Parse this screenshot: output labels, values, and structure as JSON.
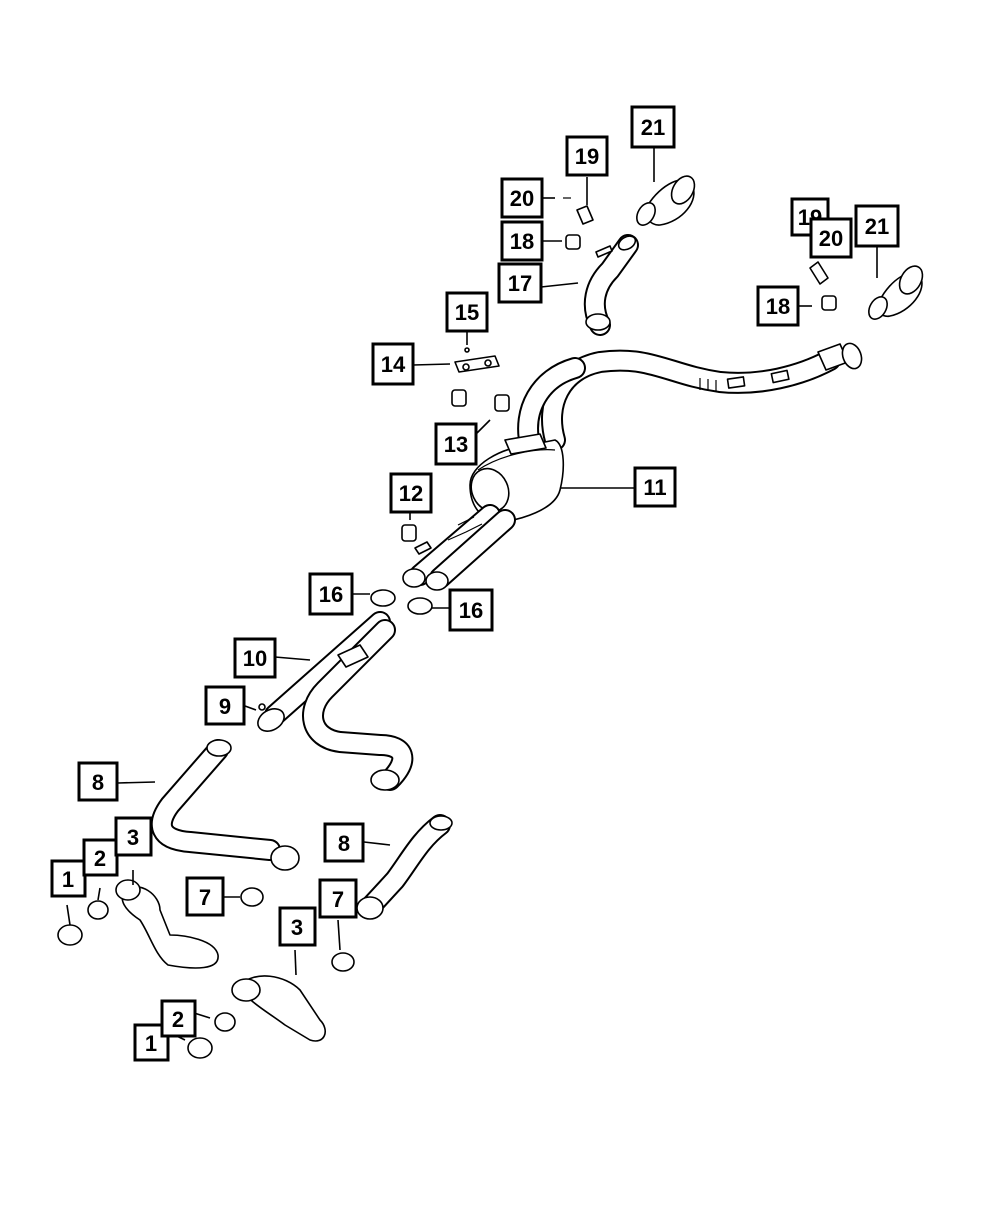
{
  "diagram": {
    "callouts": [
      {
        "id": "c1a",
        "label": "1"
      },
      {
        "id": "c1b",
        "label": "1"
      },
      {
        "id": "c2a",
        "label": "2"
      },
      {
        "id": "c2b",
        "label": "2"
      },
      {
        "id": "c3a",
        "label": "3"
      },
      {
        "id": "c3b",
        "label": "3"
      },
      {
        "id": "c7a",
        "label": "7"
      },
      {
        "id": "c7b",
        "label": "7"
      },
      {
        "id": "c8a",
        "label": "8"
      },
      {
        "id": "c8b",
        "label": "8"
      },
      {
        "id": "c9",
        "label": "9"
      },
      {
        "id": "c10",
        "label": "10"
      },
      {
        "id": "c11",
        "label": "11"
      },
      {
        "id": "c12",
        "label": "12"
      },
      {
        "id": "c13",
        "label": "13"
      },
      {
        "id": "c14",
        "label": "14"
      },
      {
        "id": "c15",
        "label": "15"
      },
      {
        "id": "c16a",
        "label": "16"
      },
      {
        "id": "c16b",
        "label": "16"
      },
      {
        "id": "c17",
        "label": "17"
      },
      {
        "id": "c18a",
        "label": "18"
      },
      {
        "id": "c18b",
        "label": "18"
      },
      {
        "id": "c19a",
        "label": "19"
      },
      {
        "id": "c19b",
        "label": "19"
      },
      {
        "id": "c20a",
        "label": "20"
      },
      {
        "id": "c20b",
        "label": "20"
      },
      {
        "id": "c21a",
        "label": "21"
      },
      {
        "id": "c21b",
        "label": "21"
      }
    ]
  }
}
